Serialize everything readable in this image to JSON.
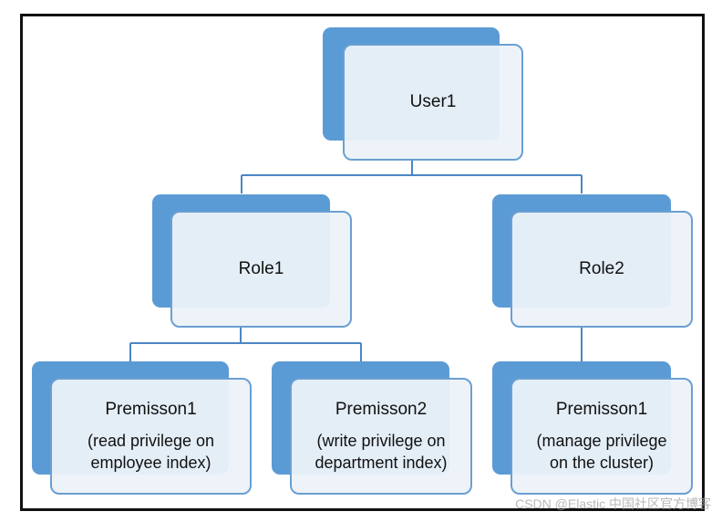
{
  "user": {
    "label": "User1"
  },
  "roles": [
    {
      "label": "Role1"
    },
    {
      "label": "Role2"
    }
  ],
  "permissions": [
    {
      "title": "Premisson1",
      "line1": "(read privilege on",
      "line2": "employee index)"
    },
    {
      "title": "Premisson2",
      "line1": "(write privilege on",
      "line2": "department index)"
    },
    {
      "title": "Premisson1",
      "line1": "(manage privilege",
      "line2": "on the cluster)"
    }
  ],
  "watermark": "CSDN @Elastic 中国社区官方博客",
  "colors": {
    "shadow_fill": "#5b9bd5",
    "card_border": "#6b9fd2",
    "card_fill": "#ecf2f9",
    "connector": "#4a86c5",
    "frame": "#111111"
  }
}
